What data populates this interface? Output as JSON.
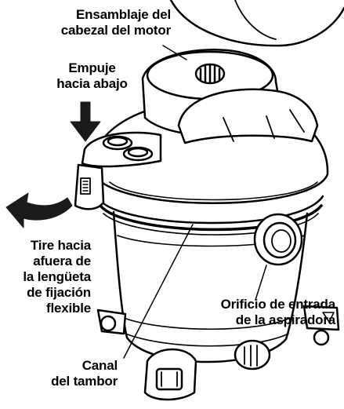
{
  "language": "es",
  "colors": {
    "line": "#000000",
    "background": "#ffffff",
    "accent_fill": "#1a1a1a"
  },
  "icons": [
    "push-down-arrow-icon",
    "pull-out-arrow-icon"
  ],
  "labels": {
    "motor_head": [
      "Ensamblaje del",
      "cabezal del motor"
    ],
    "push_down": [
      "Empuje",
      "hacia abajo"
    ],
    "pull_tab": [
      "Tire hacia",
      "afuera de",
      "la lengüeta",
      "de fijación",
      "flexible"
    ],
    "vacuum_inlet": [
      "Orificio de entrada",
      "de la aspiradora"
    ],
    "drum_channel": [
      "Canal",
      "del tambor"
    ]
  }
}
